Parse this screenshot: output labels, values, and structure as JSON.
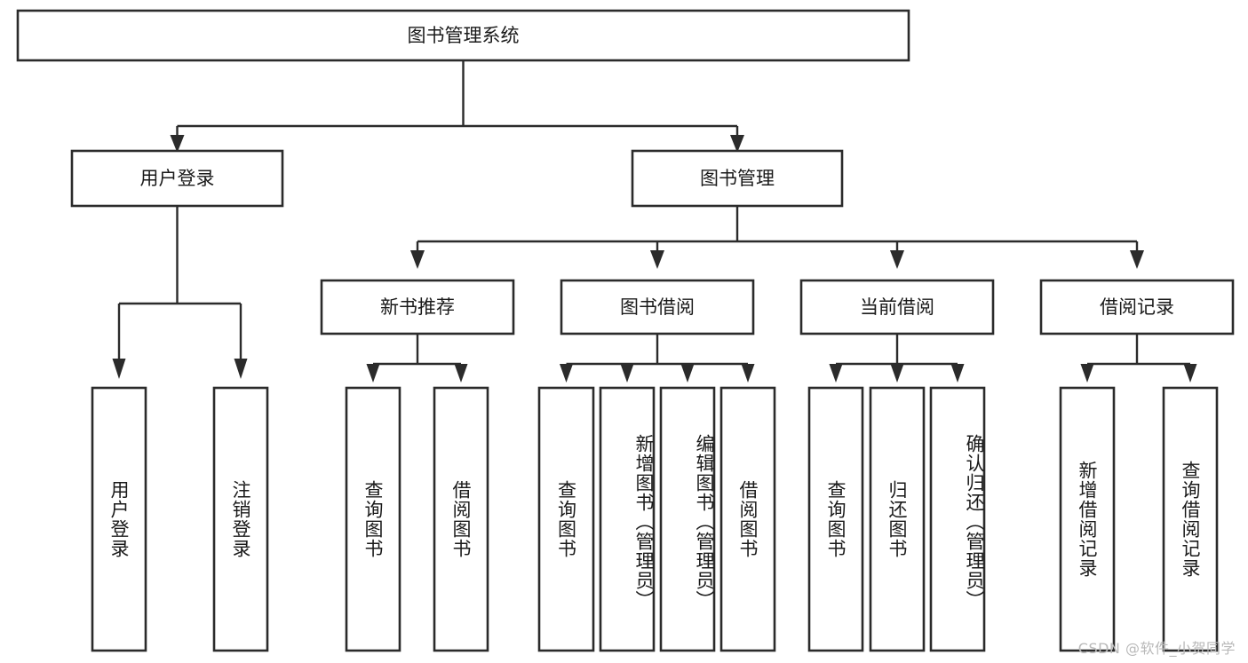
{
  "diagram": {
    "type": "tree-hierarchy",
    "title": "图书管理系统",
    "watermark": "CSDN @软件_小贺同学",
    "colors": {
      "background": "#ffffff",
      "stroke": "#2b2b2b",
      "text": "#1a1a1a",
      "watermark": "#b9b9b9"
    },
    "levels": {
      "root": {
        "label": "图书管理系统"
      },
      "level2": [
        {
          "id": "user-login",
          "label": "用户登录"
        },
        {
          "id": "book-manage",
          "label": "图书管理"
        }
      ],
      "level3": [
        {
          "id": "new-book-recommend",
          "label": "新书推荐",
          "parent": "book-manage"
        },
        {
          "id": "book-borrow",
          "label": "图书借阅",
          "parent": "book-manage"
        },
        {
          "id": "current-borrow",
          "label": "当前借阅",
          "parent": "book-manage"
        },
        {
          "id": "borrow-record",
          "label": "借阅记录",
          "parent": "book-manage"
        }
      ],
      "leaves": [
        {
          "id": "leaf-user-login",
          "label": "用户登录",
          "parent": "user-login"
        },
        {
          "id": "leaf-logout-login",
          "label": "注销登录",
          "parent": "user-login"
        },
        {
          "id": "leaf-query-book-1",
          "label": "查询图书",
          "parent": "new-book-recommend"
        },
        {
          "id": "leaf-borrow-book-1",
          "label": "借阅图书",
          "parent": "new-book-recommend"
        },
        {
          "id": "leaf-query-book-2",
          "label": "查询图书",
          "parent": "book-borrow"
        },
        {
          "id": "leaf-add-book",
          "label": "新增图书（管理员）",
          "parent": "book-borrow"
        },
        {
          "id": "leaf-edit-book",
          "label": "编辑图书（管理员）",
          "parent": "book-borrow"
        },
        {
          "id": "leaf-borrow-book-2",
          "label": "借阅图书",
          "parent": "book-borrow"
        },
        {
          "id": "leaf-query-book-3",
          "label": "查询图书",
          "parent": "current-borrow"
        },
        {
          "id": "leaf-return-book",
          "label": "归还图书",
          "parent": "current-borrow"
        },
        {
          "id": "leaf-confirm-return",
          "label": "确认归还（管理员）",
          "parent": "current-borrow"
        },
        {
          "id": "leaf-add-record",
          "label": "新增借阅记录",
          "parent": "borrow-record"
        },
        {
          "id": "leaf-query-record",
          "label": "查询借阅记录",
          "parent": "borrow-record"
        }
      ]
    }
  }
}
